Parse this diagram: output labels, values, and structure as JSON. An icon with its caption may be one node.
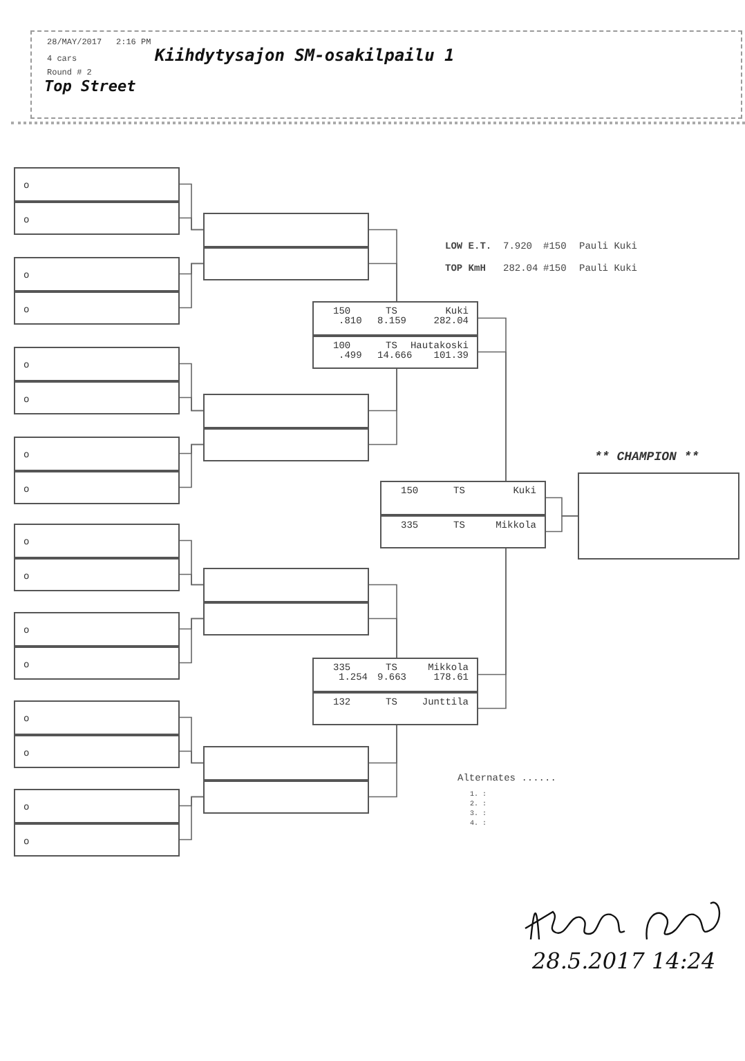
{
  "diagram": {
    "title": "Kiihdytysajon SM-osakilpailu 1",
    "nodes": [
      {
        "text": [
          "o"
        ]
      },
      {
        "text": [
          "o"
        ]
      },
      {
        "text": [
          "o"
        ]
      },
      {
        "text": [
          "o"
        ]
      },
      {
        "text": [
          "o"
        ]
      },
      {
        "text": [
          "o"
        ]
      },
      {
        "text": [
          "o"
        ]
      },
      {
        "text": [
          "o"
        ]
      },
      {
        "text": [
          "o"
        ]
      },
      {
        "text": [
          "o"
        ]
      },
      {
        "text": [
          "o"
        ]
      },
      {
        "text": [
          "o"
        ]
      },
      {
        "text": [
          "o"
        ]
      },
      {
        "text": [
          "o"
        ]
      },
      {
        "text": [
          "o"
        ]
      },
      {
        "text": [
          "o"
        ]
      },
      {
        "text": [],
        "shape": "box"
      },
      {
        "text": [],
        "shape": "box"
      },
      {
        "text": [],
        "shape": "box"
      },
      {
        "text": [],
        "shape": "box"
      },
      {
        "text": [],
        "shape": "box"
      },
      {
        "text": [],
        "shape": "box"
      },
      {
        "text": [],
        "shape": "box"
      },
      {
        "text": [],
        "shape": "box"
      },
      {
        "text": [
          "150",
          "TS",
          "Kuki",
          ".810",
          "8.159",
          "282.04"
        ]
      },
      {
        "text": [
          "100",
          "TS",
          "Hautakoski",
          ".499",
          "14.666",
          "101.39"
        ]
      },
      {
        "text": [
          "335",
          "TS",
          "Mikkola",
          "1.254",
          "9.663",
          "178.61"
        ]
      },
      {
        "text": [
          "132",
          "TS",
          "Junttila"
        ]
      },
      {
        "text": [
          "150",
          "TS",
          "Kuki"
        ]
      },
      {
        "text": [
          "335",
          "TS",
          "Mikkola"
        ]
      },
      {
        "text": [
          "** CHAMPION **"
        ]
      }
    ],
    "edges": [
      {
        "from": 0,
        "to": 16,
        "arrow": "none"
      },
      {
        "from": 1,
        "to": 16,
        "arrow": "none"
      },
      {
        "from": 2,
        "to": 17,
        "arrow": "none"
      },
      {
        "from": 3,
        "to": 17,
        "arrow": "none"
      },
      {
        "from": 4,
        "to": 18,
        "arrow": "none"
      },
      {
        "from": 5,
        "to": 18,
        "arrow": "none"
      },
      {
        "from": 6,
        "to": 19,
        "arrow": "none"
      },
      {
        "from": 7,
        "to": 19,
        "arrow": "none"
      },
      {
        "from": 8,
        "to": 20,
        "arrow": "none"
      },
      {
        "from": 9,
        "to": 20,
        "arrow": "none"
      },
      {
        "from": 10,
        "to": 21,
        "arrow": "none"
      },
      {
        "from": 11,
        "to": 21,
        "arrow": "none"
      },
      {
        "from": 12,
        "to": 22,
        "arrow": "none"
      },
      {
        "from": 13,
        "to": 22,
        "arrow": "none"
      },
      {
        "from": 14,
        "to": 23,
        "arrow": "none"
      },
      {
        "from": 15,
        "to": 23,
        "arrow": "none"
      },
      {
        "from": 16,
        "to": 24,
        "arrow": "none"
      },
      {
        "from": 17,
        "to": 24,
        "arrow": "none"
      },
      {
        "from": 18,
        "to": 25,
        "arrow": "none"
      },
      {
        "from": 19,
        "to": 25,
        "arrow": "none"
      },
      {
        "from": 20,
        "to": 26,
        "arrow": "none"
      },
      {
        "from": 21,
        "to": 26,
        "arrow": "none"
      },
      {
        "from": 22,
        "to": 27,
        "arrow": "none"
      },
      {
        "from": 23,
        "to": 27,
        "arrow": "none"
      },
      {
        "from": 24,
        "to": 28,
        "arrow": "none"
      },
      {
        "from": 25,
        "to": 28,
        "arrow": "none"
      },
      {
        "from": 26,
        "to": 29,
        "arrow": "none"
      },
      {
        "from": 27,
        "to": 29,
        "arrow": "none"
      },
      {
        "from": 28,
        "to": 30,
        "arrow": "none"
      },
      {
        "from": 29,
        "to": 30,
        "arrow": "none"
      }
    ],
    "labels": [
      "28/MAY/2017",
      "2:16 PM",
      "4 cars",
      "Round # 2",
      "Top Street",
      "LOW E.T.",
      "7.920",
      "#150",
      "Pauli Kuki",
      "TOP KmH",
      "282.04",
      "#150",
      "Pauli Kuki",
      "Alternates ......",
      "1. :",
      "2. :",
      "3. :",
      "4. :",
      "28.5.2017 14:24"
    ]
  }
}
